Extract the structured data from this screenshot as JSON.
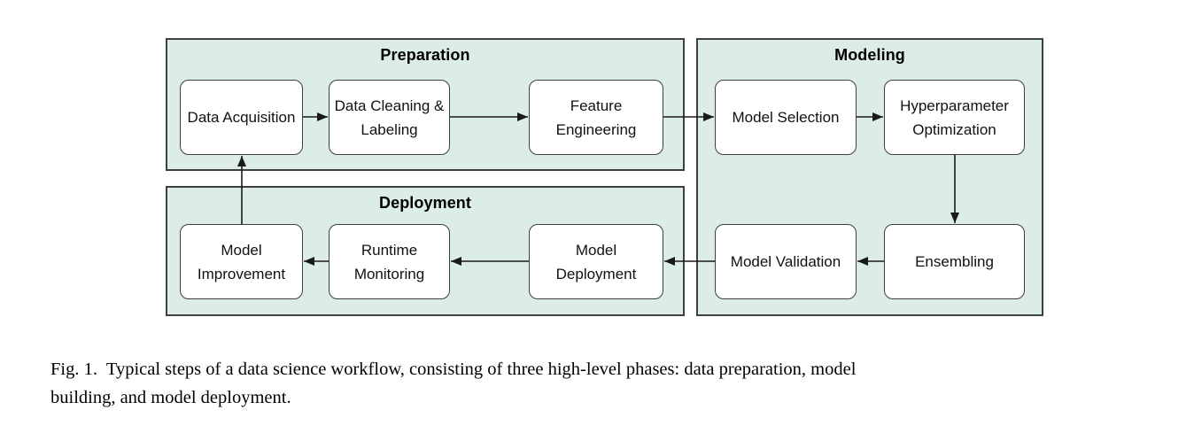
{
  "figure": {
    "panels": [
      {
        "title": "Preparation"
      },
      {
        "title": "Modeling"
      },
      {
        "title": "Deployment"
      }
    ],
    "nodes": [
      {
        "label": "Data Acquisition"
      },
      {
        "label": "Data Cleaning &\nLabeling"
      },
      {
        "label": "Feature\nEngineering"
      },
      {
        "label": "Model Selection"
      },
      {
        "label": "Hyperparameter\nOptimization"
      },
      {
        "label": "Model\nImprovement"
      },
      {
        "label": "Runtime\nMonitoring"
      },
      {
        "label": "Model\nDeployment"
      },
      {
        "label": "Model Validation"
      },
      {
        "label": "Ensembling"
      }
    ],
    "colors": {
      "panel_fill": "#dbece9",
      "panel_border": "#3f3f3f",
      "node_fill": "#ffffff",
      "node_border": "#3f3f3f",
      "arrow": "#1a1a1a"
    }
  },
  "caption": {
    "line1": "Fig. 1.  Typical steps of a data science workflow, consisting of three high-level phases: data preparation, model",
    "line2": "building, and model deployment."
  }
}
